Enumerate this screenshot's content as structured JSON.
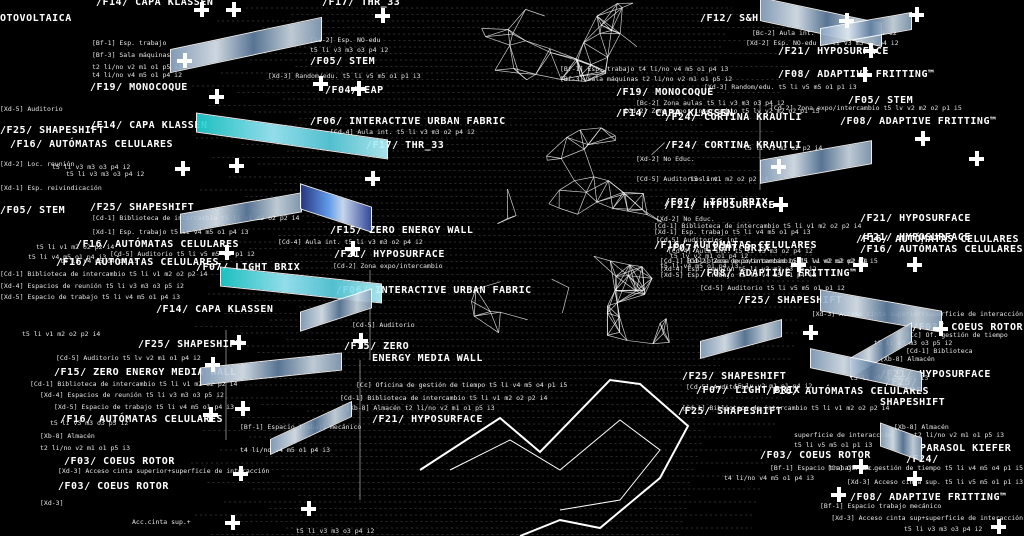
{
  "labels": [
    {
      "text": "/F14/ CAPA KLASSEN",
      "k": "t"
    },
    {
      "text": "/F17/ THR_33",
      "k": "t"
    },
    {
      "text": "/F12/ S&H",
      "k": "t"
    },
    {
      "text": "OTOVOLTAICA",
      "k": "t"
    },
    {
      "text": "[Bf-1] Esp. trabajo",
      "k": "s"
    },
    {
      "text": "[Bf-3] Sala máquinas",
      "k": "s"
    },
    {
      "text": "t2 li/no v2 m1 o1 p5 i2",
      "k": "s"
    },
    {
      "text": "t4 li/no v4 m5 o1 p4 i2",
      "k": "s"
    },
    {
      "text": "/F19/ MONOCOQUE",
      "k": "t"
    },
    {
      "text": "[Xd-2] Esp. NO-edu",
      "k": "s"
    },
    {
      "text": "t5 li v3 m3 o3 p4 i2",
      "k": "s"
    },
    {
      "text": "/F05/ STEM",
      "k": "t"
    },
    {
      "text": "[Xd-3] Random/edu. t5 li v5 m5 o1 p1 i3",
      "k": "s"
    },
    {
      "text": "/F04/ EAP",
      "k": "t"
    },
    {
      "text": "[Bf-1] Esp. trabajo t4 li/no v4 m5 o1 p4 i3",
      "k": "s"
    },
    {
      "text": "[Bf-3] Sala máquinas t2 li/no v2 m1 o1 p5 i2",
      "k": "s"
    },
    {
      "text": "/F19/ MONOCOQUE",
      "k": "t"
    },
    {
      "text": "[Bc-2] Zona aulas t5 li v3 m3 o3 p4 i2",
      "k": "s"
    },
    {
      "text": "[Cd-2] Zona expo./intercambio t5 lv v2 m2 o2 p1 i5",
      "k": "s"
    },
    {
      "text": "/F14/ CAPA KLASSEN",
      "k": "t"
    },
    {
      "text": "/F06/ INTERACTIVE URBAN FABRIC",
      "k": "t"
    },
    {
      "text": "[Cd-4] Aula int. t5 li v3 m3 o2 p4 i2",
      "k": "s"
    },
    {
      "text": "/F17/ THR_33",
      "k": "t"
    },
    {
      "text": "/F24/ CORTINA KRAUTLI",
      "k": "t"
    },
    {
      "text": "/F24/ CORTINA KRAUTLI",
      "k": "t"
    },
    {
      "text": "[Bc-2] Aula int. t5 li v3 m3 o2 p4 i2",
      "k": "s"
    },
    {
      "text": "[Xd-2] Esp. NO-edu t5 li v3 m3 o2 p4 i2",
      "k": "s"
    },
    {
      "text": "/F21/ HYPOSURFACE",
      "k": "t"
    },
    {
      "text": "/F08/ ADAPTIVE FRITTING™",
      "k": "t"
    },
    {
      "text": "[Xd-3] Random/edu. t5 li v5 m5 o1 p1 i3",
      "k": "s"
    },
    {
      "text": "/F05/ STEM",
      "k": "t"
    },
    {
      "text": "[Cd-2] Zona expo/intercambio t5 lv v2 m2 o2 p1 i5",
      "k": "s"
    },
    {
      "text": "/F08/ ADAPTIVE FRITTING™",
      "k": "t"
    },
    {
      "text": "[Xd-5] Auditorio",
      "k": "s"
    },
    {
      "text": "/F25/ SHAPESHIFT",
      "k": "t"
    },
    {
      "text": "/F14/ CAPA KLASSEN",
      "k": "t"
    },
    {
      "text": "[Xd-2] Loc. reunión",
      "k": "s"
    },
    {
      "text": "[Xd-1] Esp. reivindicación",
      "k": "s"
    },
    {
      "text": "/F05/ STEM",
      "k": "t"
    },
    {
      "text": "[Xd-2] No Educ.",
      "k": "s"
    },
    {
      "text": "[Cd-5] Auditorios int.",
      "k": "s"
    },
    {
      "text": "/F25/ SHAPESHIFT",
      "k": "t"
    },
    {
      "text": "[Cd-1] Biblioteca de intercambio t5 li v1 m2 o2 p2 i4",
      "k": "s"
    },
    {
      "text": "[Xd-1] Esp. trabajo t5 li v4 m5 o1 p4 i3",
      "k": "s"
    },
    {
      "text": "/F16/ AUTÓMATAS CELULARES",
      "k": "t"
    },
    {
      "text": "/F15/ ZERO ENERGY WALL",
      "k": "t"
    },
    {
      "text": "[Cd-4] Aula int. t5 li v3 m3 o2 p4 i2",
      "k": "s"
    },
    {
      "text": "/F21/ HYPOSURFACE",
      "k": "t"
    },
    {
      "text": "/F07/ LIGHT BRIX",
      "k": "t"
    },
    {
      "text": "[Xd-2] No Educ.",
      "k": "s"
    },
    {
      "text": "[Cd-5] Auditorios int.",
      "k": "s"
    },
    {
      "text": "/F07/ LIGHT BRIX",
      "k": "t"
    },
    {
      "text": "[Cd-1] Biblioteca de intercambio t5 li v1 m2 o2 p2 i4",
      "k": "s"
    },
    {
      "text": "[Xd-1] Esp. trabajo t5 li v4 m5 o1 p4 i3",
      "k": "s"
    },
    {
      "text": "/F16/ AUTÓMATAS CELULARES",
      "k": "t"
    },
    {
      "text": "[Cd-4] Aula int. t5 li v3 m3 o2 p4 i2",
      "k": "s"
    },
    {
      "text": "/F21/ HYPOSURFACE",
      "k": "t"
    },
    {
      "text": "/F16/ AUTÓMATAS CELULARES",
      "k": "t"
    },
    {
      "text": "[Cd-1] Biblioteca de intercambio t5 li v1 m2 o2 p2 i4",
      "k": "s"
    },
    {
      "text": "[Xd-4] Esp. reunión t5 li v3 m3 o3 p5 i2",
      "k": "s"
    },
    {
      "text": "[Xd-5] Esp. trabajo t5 li v4 m5 o1 p4 i3",
      "k": "s"
    },
    {
      "text": "/F16/ AUTÓMATAS CELULARES",
      "k": "t"
    },
    {
      "text": "[Cd-5] Auditorio t5 li v5 m5 o1 p1 i2",
      "k": "s"
    },
    {
      "text": "/F07/ LIGHT BRIX",
      "k": "t"
    },
    {
      "text": "[Cd-2] Zona expo/intercambio",
      "k": "s"
    },
    {
      "text": "/F06/ INTERACTIVE URBAN FABRIC",
      "k": "t"
    },
    {
      "text": "[Cd-1] Biblioteca de intercambio t5 li v1 m2 o2 p2 i4",
      "k": "s"
    },
    {
      "text": "[Xd-4] Espacios de reunión t5 li v3 m3 o3 p5 i2",
      "k": "s"
    },
    {
      "text": "[Xd-5] Espacio de trabajo t5 li v4 m5 o1 p4 i3",
      "k": "s"
    },
    {
      "text": "/F14/ CAPA KLASSEN",
      "k": "t"
    },
    {
      "text": "[Cd-2] Zona expo/intercambio t5 lv v2 m2 o2 p1 i5",
      "k": "s"
    },
    {
      "text": "/F08/ ADAPTIVE FRITTING™",
      "k": "t"
    },
    {
      "text": "[Cd-5] Auditorio t5 li v5 m5 o1 p1 i2",
      "k": "s"
    },
    {
      "text": "/F25/ SHAPESHIFT",
      "k": "t"
    },
    {
      "text": "/F25/ SHAPESHIFT",
      "k": "t"
    },
    {
      "text": "[Cd-5] Auditorio",
      "k": "s"
    },
    {
      "text": "/F15/ ZERO",
      "k": "t"
    },
    {
      "text": "ENERGY MEDIA WALL",
      "k": "t"
    },
    {
      "text": "[Cd-5] Auditorio t5 lv v2 m1 o1 p4 i2",
      "k": "s"
    },
    {
      "text": "/F15/ ZERO ENERGY MEDIA WALL",
      "k": "t"
    },
    {
      "text": "[Cd-1] Biblioteca de intercambio t5 li v1 m2 o2 p2 i4",
      "k": "s"
    },
    {
      "text": "[Xd-4] Espacios de reunión t5 li v3 m3 o3 p5 i2",
      "k": "s"
    },
    {
      "text": "[Xd-5] Espacio de trabajo t5 li v4 m5 o1 p4 i3",
      "k": "s"
    },
    {
      "text": "/F16/ AUTÓMATAS CELULARES",
      "k": "t"
    },
    {
      "text": "[Cc] Oficina de gestión de tiempo t5 li v4 m5 o4 p1 i5",
      "k": "s"
    },
    {
      "text": "[Cd-1] Biblioteca de intercambio t5 li v1 m2 o2 p2 i4",
      "k": "s"
    },
    {
      "text": "[Xb-8] Almacén t2 li/no v2 m1 o1 p5 i3",
      "k": "s"
    },
    {
      "text": "/F21/ HYPOSURFACE",
      "k": "t"
    },
    {
      "text": "/F25/ SHAPESHIFT",
      "k": "t"
    },
    {
      "text": "[Cd-5] Auditorio",
      "k": "s"
    },
    {
      "text": "/F25/ SHAPESHIFT",
      "k": "t"
    },
    {
      "text": "[Cd-1] Biblioteca de intercambio t5 li v1 m2 o2 p2 i4",
      "k": "s"
    },
    {
      "text": "/F16/ AUTÓMATAS CELULARES",
      "k": "t"
    },
    {
      "text": "[Cc] Of. gestión de tiempo",
      "k": "s"
    },
    {
      "text": "[Cd-1] Biblioteca",
      "k": "s"
    },
    {
      "text": "[Xb-8] Almacén",
      "k": "s"
    },
    {
      "text": "/F21/ HYPOSURFACE",
      "k": "t"
    },
    {
      "text": "/F25/",
      "k": "t"
    },
    {
      "text": "SHAPESHIFT",
      "k": "t"
    },
    {
      "text": "[Xd-3] Acceso cinta superior+superficie de interacción",
      "k": "s"
    },
    {
      "text": "/F03/ COEUS ROTOR",
      "k": "t"
    },
    {
      "text": "[Bf-1] Espacio trabajo mecánico",
      "k": "s"
    },
    {
      "text": "t4 li/no v4 m5 o1 p4 i3",
      "k": "s"
    },
    {
      "text": "[Xb-8] Almacén",
      "k": "s"
    },
    {
      "text": "t2 li/no v2 m1 o1 p5 i3",
      "k": "s"
    },
    {
      "text": "/F03/ COEUS ROTOR",
      "k": "t"
    },
    {
      "text": "[Xd-3] Acceso cinta superior+superficie de interacción",
      "k": "s"
    },
    {
      "text": "/F03/ COEUS ROTOR",
      "k": "t"
    },
    {
      "text": "[Xd-3]",
      "k": "s"
    },
    {
      "text": "Acc.cinta sup.+",
      "k": "s"
    },
    {
      "text": "superficie de interacción",
      "k": "s"
    },
    {
      "text": "t5 li v5 m5 o1 p1 i3",
      "k": "s"
    },
    {
      "text": "/F03/ COEUS ROTOR",
      "k": "t"
    },
    {
      "text": "[Bf-1] Espacio trabajo mec.",
      "k": "s"
    },
    {
      "text": "t4 li/no v4 m5 o1 p4 i3",
      "k": "s"
    },
    {
      "text": "[Xb-8] Almacén",
      "k": "s"
    },
    {
      "text": "t2 li/no v2 m1 o1 p5 i3",
      "k": "s"
    },
    {
      "text": "PARASOL KIEFER",
      "k": "t"
    },
    {
      "text": "/F24/",
      "k": "t"
    },
    {
      "text": "[Cc] Of. de gestión de tiempo t5 li v4 m5 o4 p1 i5",
      "k": "s"
    },
    {
      "text": "[Xd-3] Acceso cinta sup. t5 li v5 m5 o1 p1 i3",
      "k": "s"
    },
    {
      "text": "/F08/ ADAPTIVE FRITTING™",
      "k": "t"
    },
    {
      "text": "[Bf-1] Espacio trabajo mecánico",
      "k": "s"
    },
    {
      "text": "[Xd-3] Acceso cinta sup+superficie de interacción",
      "k": "s"
    },
    {
      "text": "t5 li v3 m3 o3 p4 i2",
      "k": "s"
    },
    {
      "text": "t5 li v3 m3 o3 p4 i2",
      "k": "s"
    },
    {
      "text": "t5 li v3 m3 o3 p4 i2",
      "k": "s"
    },
    {
      "text": "t5 li v3 m3 o3 p4 i2",
      "k": "s"
    },
    {
      "text": "t5 li v1 m2 o2 p2 i4",
      "k": "s"
    },
    {
      "text": "t5 li v1 m2 o2 p2 i4",
      "k": "s"
    },
    {
      "text": "t5 li v1 m2 o2 p2 i4",
      "k": "s"
    },
    {
      "text": "t5 li v1 m2 o2 p2 i4",
      "k": "s"
    },
    {
      "text": "t5 li v4 m5 o1 p4 i3",
      "k": "s"
    },
    {
      "text": "t5 li v4 m5 o1 p4 i3",
      "k": "s"
    },
    {
      "text": "t5 lv v2 m1 o1 p4 i2",
      "k": "s"
    },
    {
      "text": "t5 lv v2 m1 o1 p4 i2",
      "k": "s"
    },
    {
      "text": "t5 li v3 m3 o3 p5 i2",
      "k": "s"
    },
    {
      "text": "t5 li v3 m3 o3 p5 i2",
      "k": "s"
    },
    {
      "text": "t5 li v4 m5 o4 p1 i5",
      "k": "s"
    },
    {
      "text": "t5 li v5 m5 o1 p1 i3",
      "k": "s"
    },
    {
      "text": "/F07/ LIGHT BRIX",
      "k": "t"
    },
    {
      "text": "/F16/ AUTÓMATAS CELULARES",
      "k": "t"
    },
    {
      "text": "/F21/ HYPOSURFACE",
      "k": "t"
    },
    {
      "text": "/F16/ AUTÓMATAS CELULARES",
      "k": "t"
    },
    {
      "text": "/F21/ HYPOSURFACE",
      "k": "t"
    }
  ]
}
